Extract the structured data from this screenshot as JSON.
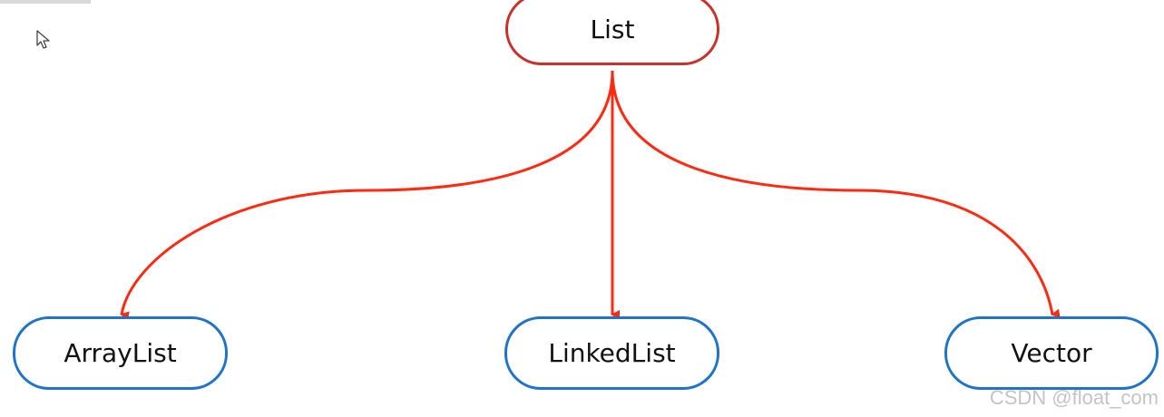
{
  "diagram": {
    "root": {
      "label": "List",
      "border_color": "#c9302a"
    },
    "children": [
      {
        "label": "ArrayList",
        "border_color": "#1f73c9"
      },
      {
        "label": "LinkedList",
        "border_color": "#1f73c9"
      },
      {
        "label": "Vector",
        "border_color": "#1f73c9"
      }
    ],
    "edge_color": "#ff2a10"
  },
  "watermark": {
    "text": "CSDN @float_com"
  },
  "icons": {
    "cursor": "mouse-pointer-icon",
    "arrowhead": "arrowhead-icon"
  }
}
